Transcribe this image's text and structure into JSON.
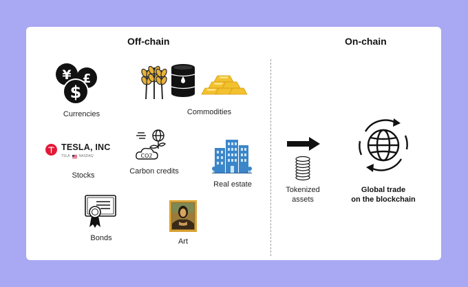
{
  "off_chain": {
    "title": "Off-chain",
    "items": {
      "currencies": "Currencies",
      "commodities": "Commodities",
      "stocks": "Stocks",
      "carbon_credits": "Carbon credits",
      "real_estate": "Real estate",
      "bonds": "Bonds",
      "art": "Art"
    },
    "tesla": {
      "name": "TESLA, INC",
      "ticker": "TSLA",
      "exchange": "NASDAQ"
    },
    "co2_text": "CO2"
  },
  "on_chain": {
    "title": "On-chain",
    "tokenized_line1": "Tokenized",
    "tokenized_line2": "assets",
    "global_line1": "Global trade",
    "global_line2": "on the blockchain"
  },
  "colors": {
    "background": "#a9a8f3",
    "card": "#ffffff",
    "gold": "#f2c12e",
    "building_blue": "#3b86c9",
    "tesla_red": "#e31937"
  },
  "icons": [
    "currency-coins-icon",
    "wheat-icon",
    "oil-barrel-icon",
    "gold-bars-icon",
    "tesla-logo-icon",
    "co2-plant-icon",
    "buildings-icon",
    "certificate-icon",
    "mona-lisa-icon",
    "arrow-right-icon",
    "coin-stack-icon",
    "globe-cycle-icon"
  ]
}
